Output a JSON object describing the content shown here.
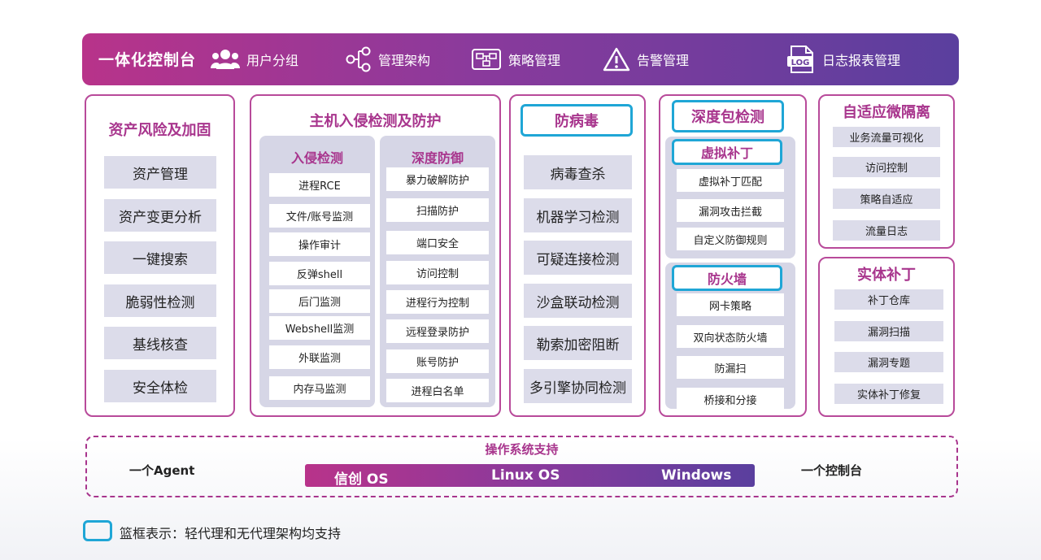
{
  "header": {
    "title": "一体化控制台",
    "items": [
      {
        "label": "用户分组",
        "icon": "users-icon"
      },
      {
        "label": "管理架构",
        "icon": "hierarchy-icon"
      },
      {
        "label": "策略管理",
        "icon": "policy-icon"
      },
      {
        "label": "告警管理",
        "icon": "warning-icon"
      },
      {
        "label": "日志报表管理",
        "icon": "log-icon",
        "icon_text": "LOG"
      }
    ]
  },
  "asset": {
    "title": "资产风险及加固",
    "items": [
      "资产管理",
      "资产变更分析",
      "一键搜索",
      "脆弱性检测",
      "基线核查",
      "安全体检"
    ]
  },
  "hids": {
    "title": "主机入侵检测及防护",
    "detect": {
      "title": "入侵检测",
      "items": [
        "进程RCE",
        "文件/账号监测",
        "操作审计",
        "反弹shell",
        "后门监测",
        "Webshell监测",
        "外联监测",
        "内存马监测"
      ]
    },
    "defense": {
      "title": "深度防御",
      "items": [
        "暴力破解防护",
        "扫描防护",
        "端口安全",
        "访问控制",
        "进程行为控制",
        "远程登录防护",
        "账号防护",
        "进程白名单"
      ]
    }
  },
  "antivirus": {
    "title": "防病毒",
    "items": [
      "病毒查杀",
      "机器学习检测",
      "可疑连接检测",
      "沙盒联动检测",
      "勒索加密阻断",
      "多引擎协同检测"
    ]
  },
  "dpi": {
    "title": "深度包检测",
    "vpatch": {
      "title": "虚拟补丁",
      "items": [
        "虚拟补丁匹配",
        "漏洞攻击拦截",
        "自定义防御规则"
      ]
    },
    "firewall": {
      "title": "防火墙",
      "items": [
        "网卡策略",
        "双向状态防火墙",
        "防漏扫",
        "桥接和分接"
      ]
    }
  },
  "microseg": {
    "title": "自适应微隔离",
    "items": [
      "业务流量可视化",
      "访问控制",
      "策略自适应",
      "流量日志"
    ]
  },
  "patch": {
    "title": "实体补丁",
    "items": [
      "补丁仓库",
      "漏洞扫描",
      "漏洞专题",
      "实体补丁修复"
    ]
  },
  "os": {
    "title": "操作系统支持",
    "left": "一个Agent",
    "right": "一个控制台",
    "systems": [
      "信创 OS",
      "Linux OS",
      "Windows"
    ]
  },
  "legend": {
    "text": "篮框表示：轻代理和无代理架构均支持",
    "color": "#1fa6d6"
  },
  "colors": {
    "accent": "#a8358d",
    "header_start": "#b8338a",
    "header_end": "#5a3f9e",
    "item_bg": "#dcdcea"
  }
}
